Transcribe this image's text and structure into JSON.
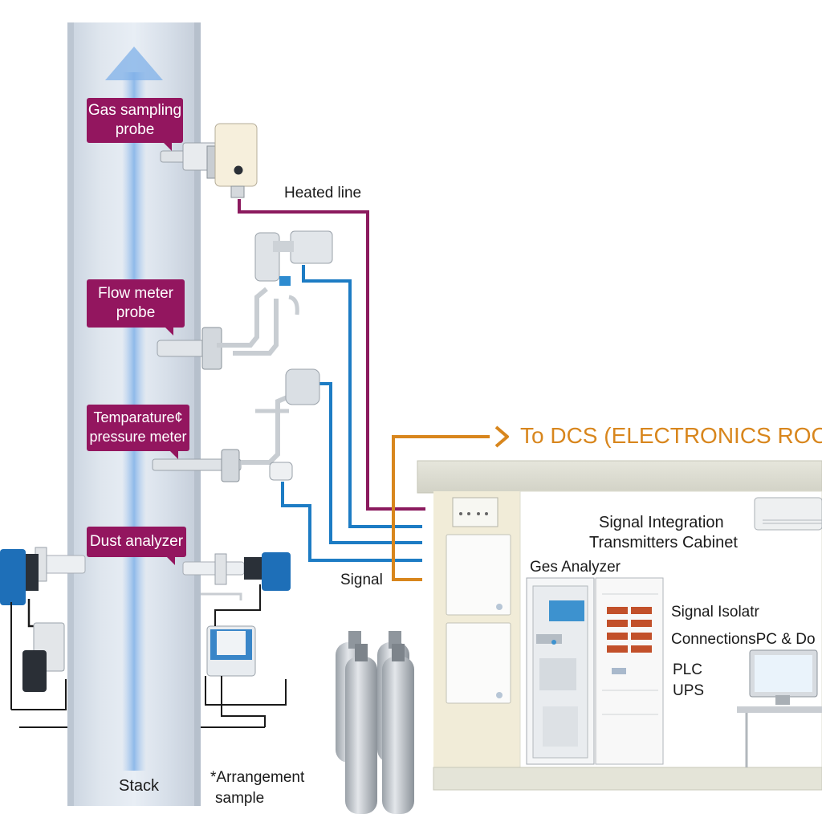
{
  "stack": {
    "label": "Stack",
    "callouts": [
      {
        "line1": "Gas sampling",
        "line2": "probe"
      },
      {
        "line1": "Flow meter",
        "line2": "probe"
      },
      {
        "line1": "Temparature¢",
        "line2": "pressure meter"
      },
      {
        "line1": "Dust analyzer",
        "line2": ""
      }
    ]
  },
  "labels": {
    "heated_line": "Heated line",
    "signal": "Signal",
    "to_dcs": "To DCS (ELECTRONICS ROOM",
    "arrangement_line1": "*Arrangement",
    "arrangement_line2": "sample"
  },
  "room": {
    "signal_integration_line1": "Signal Integration",
    "signal_integration_line2": "Transmitters Cabinet",
    "gas_analyzer": "Ges Analyzer",
    "signal_isolator": "Signal Isolatr",
    "connections": "ConnectionsPC & Do",
    "plc": "PLC",
    "ups": "UPS"
  },
  "colors": {
    "heated_line": "#8b1a5e",
    "signal_blue": "#1d7cc4",
    "dcs_orange": "#d8861d",
    "callout_bg": "#93165f"
  }
}
